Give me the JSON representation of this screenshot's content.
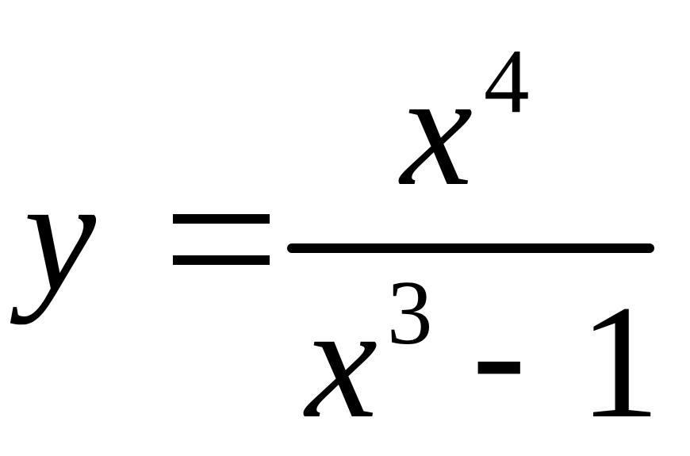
{
  "formula": {
    "lhs_variable": "y",
    "equals_sign": "=",
    "numerator": {
      "base": "x",
      "exponent": "4"
    },
    "denominator": {
      "base": "x",
      "exponent": "3",
      "operator": "-",
      "constant": "1"
    }
  }
}
